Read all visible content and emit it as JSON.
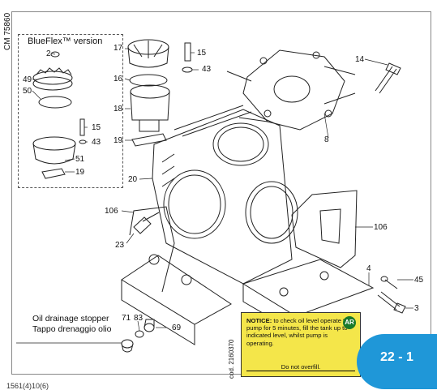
{
  "document_code": "CM 75860",
  "drawing_code": "cod. 2160370",
  "blueflex_title": "BlueFlex™ version",
  "oil_stopper": {
    "en": "Oil drainage stopper",
    "it": "Tappo drenaggio olio"
  },
  "notice": {
    "title": "NOTICE:",
    "text": "to check oil level operate the pump for 5 minutes, fill the tank up to indicated level, whilst pump is operating.",
    "footer": "Do not overfill.",
    "logo": "AR"
  },
  "page_number": "22 - 1",
  "bottom_code": "1561(4)10(6)",
  "parts": [
    "2",
    "49",
    "50",
    "15",
    "43",
    "51",
    "19",
    "17",
    "15",
    "43",
    "16",
    "18",
    "19",
    "20",
    "14",
    "8",
    "106",
    "106",
    "23",
    "4",
    "45",
    "3",
    "71",
    "83",
    "69"
  ],
  "colors": {
    "notice_bg": "#f4e64a",
    "badge_bg": "#1f97d8",
    "line": "#222222"
  }
}
